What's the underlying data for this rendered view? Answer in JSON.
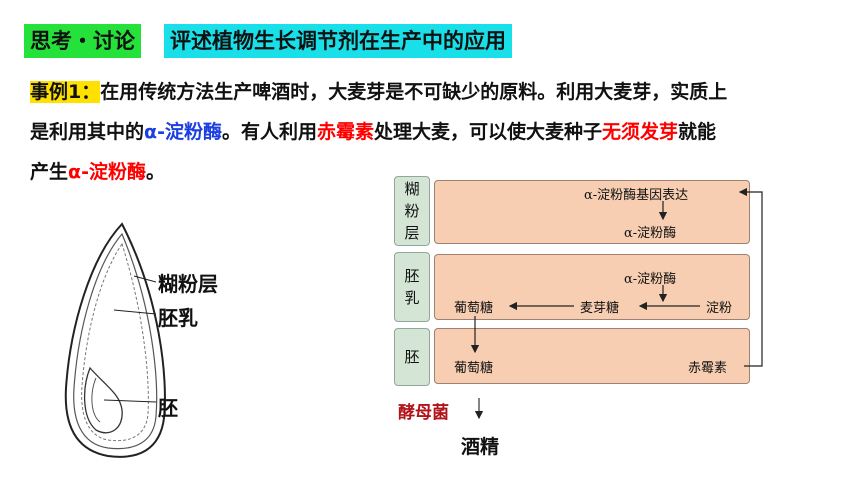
{
  "header": {
    "left": "思考・讨论",
    "right": "评述植物生长调节剂在生产中的应用"
  },
  "case": {
    "label": "事例1：",
    "s1": "在用传统方法生产啤酒时，大麦芽是不可缺少的原料。利用大麦芽，实质上",
    "s2": "是利用其中的",
    "enzyme": "α-淀粉酶",
    "s3": "。有人利用",
    "gibberellin": "赤霉素",
    "s4": "处理大麦，可以使大麦种子",
    "nogerm": "无须发芽",
    "s5": "就能",
    "s6": "产生",
    "enzyme2": "α-淀粉酶",
    "s7": "。"
  },
  "seed": {
    "aleurone": "糊粉层",
    "endosperm": "胚乳",
    "embryo": "胚"
  },
  "diagram": {
    "side_aleurone": [
      "糊",
      "粉",
      "层"
    ],
    "side_endosperm": [
      "胚",
      "乳"
    ],
    "side_embryo": [
      "胚"
    ],
    "gene_expr": "α-淀粉酶基因表达",
    "enzyme_a": "α-淀粉酶",
    "enzyme_b": "α-淀粉酶",
    "glucose1": "葡萄糖",
    "maltose": "麦芽糖",
    "starch": "淀粉",
    "glucose2": "葡萄糖",
    "gibberellin": "赤霉素"
  },
  "bottom": {
    "yeast": "酵母菌",
    "alcohol": "酒精"
  }
}
